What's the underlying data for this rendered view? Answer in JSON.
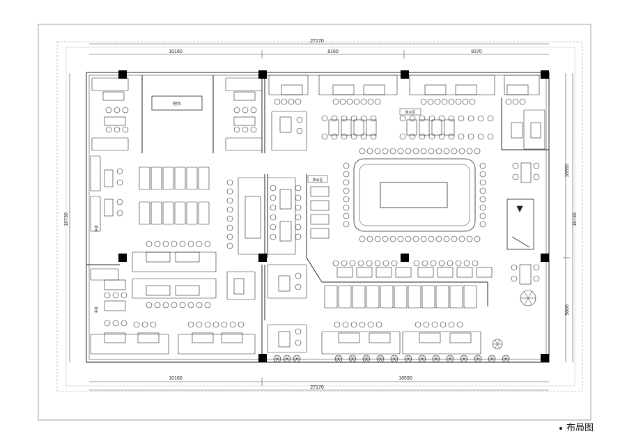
{
  "caption": "布局图",
  "dimensions": {
    "top_total": "27170",
    "top_seg_1": "10160",
    "top_seg_2": "8160",
    "top_seg_3": "8370",
    "bottom_total": "27170",
    "bottom_seg_1": "10160",
    "bottom_seg_2": "16590",
    "left_total": "16730",
    "right_total": "16730",
    "right_seg_1": "10550",
    "right_seg_2": "5600"
  },
  "room_labels": {
    "counter": "吧台",
    "tea_station_top": "茶水区",
    "tea_station_mid": "茶水区",
    "tea_station_left": "茶水",
    "tea_station_bottom": "茶水"
  },
  "colors": {
    "line": "#222222",
    "column": "#000000",
    "dimension": "#444444"
  }
}
